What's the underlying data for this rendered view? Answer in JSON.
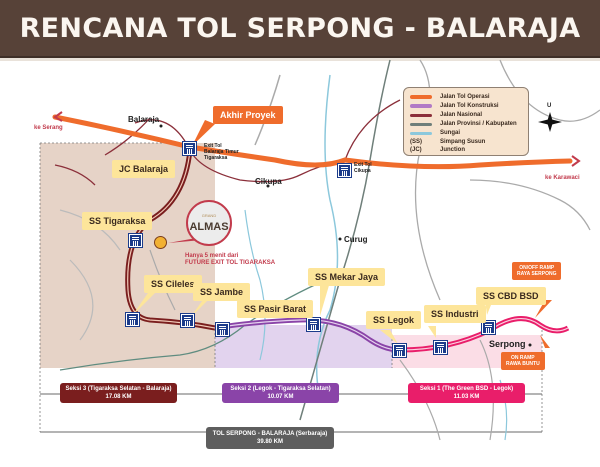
{
  "header": {
    "title": "RENCANA TOL SERPONG - BALARAJA"
  },
  "colors": {
    "header_bg": "#574238",
    "tol_operasi": "#ef6c2c",
    "tol_konstruksi": "#a466b8",
    "jalan_nasional": "#8b2f3a",
    "jalan_provinsi": "#6f7f7a",
    "sungai": "#8cc8dc",
    "seksi3": "#7a1e1e",
    "seksi2": "#8a44a8",
    "seksi1": "#e91e6a",
    "total": "#5e5e5e",
    "callout": "#fde59a"
  },
  "legend": {
    "items": [
      {
        "label": "Jalan Tol Operasi",
        "color": "#ef6c2c"
      },
      {
        "label": "Jalan Tol Konstruksi",
        "color": "#b27ac6"
      },
      {
        "label": "Jalan Nasional",
        "color": "#8b2f3a"
      },
      {
        "label": "Jalan Provinsi / Kabupaten",
        "color": "#6f7f7a"
      },
      {
        "label": "Sungai",
        "color": "#8cc8dc"
      }
    ],
    "abbreviations": [
      {
        "abbr": "(SS)",
        "label": "Simpang Susun"
      },
      {
        "abbr": "(JC)",
        "label": "Junction"
      }
    ]
  },
  "compass": {
    "label": "U"
  },
  "places": {
    "ke_serang": "ke Serang",
    "ke_karawaci": "ke Karawaci",
    "balaraja": "Balaraja",
    "cikupa": "Cikupa",
    "curug": "Curug",
    "serpong": "Serpong",
    "exit_balaraja": [
      "Exit Tol",
      "Balaraja Timur",
      "Tigaraksa"
    ],
    "exit_cikupa": [
      "Exit Tol",
      "Cikupa"
    ]
  },
  "callouts": {
    "akhir_proyek": "Akhir Proyek",
    "jc_balaraja": "JC Balaraja",
    "ss_tigaraksa": "SS Tigaraksa",
    "ss_cileles": "SS Cileles",
    "ss_jambe": "SS Jambe",
    "ss_pasir_barat": "SS Pasir Barat",
    "ss_mekar_jaya": "SS Mekar Jaya",
    "ss_legok": "SS Legok",
    "ss_industri": "SS Industri",
    "ss_cbd_bsd": "SS CBD BSD",
    "ramp_raya_serpong": [
      "ON/OFF RAMP",
      "RAYA SERPONG"
    ],
    "ramp_rawa_buntu": [
      "ON RAMP",
      "RAWA BUNTU"
    ]
  },
  "almas": {
    "top": "GRAND",
    "brand": "ALMAS",
    "note": [
      "Hanya 5 menit dari",
      "FUTURE EXIT TOL TIGARAKSA"
    ]
  },
  "sections": [
    {
      "name": "Seksi 3 (Tigaraksa Selatan - Balaraja)",
      "length": "17.08 KM"
    },
    {
      "name": "Seksi 2 (Legok - Tigaraksa Selatan)",
      "length": "10.07 KM"
    },
    {
      "name": "Seksi 1 (The Green BSD - Legok)",
      "length": "11.03 KM"
    }
  ],
  "total": {
    "name": "TOL SERPONG - BALARAJA (Serbaraja)",
    "length": "39.80 KM"
  }
}
